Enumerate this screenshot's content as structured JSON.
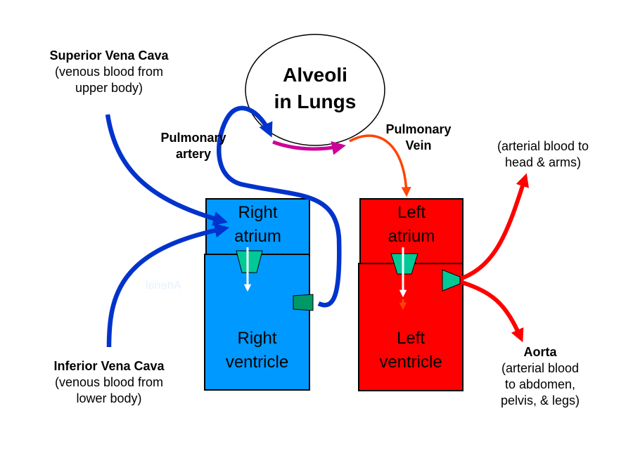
{
  "svc": {
    "title": "Superior Vena Cava",
    "line1": "(venous blood from",
    "line2": "upper body)"
  },
  "ivc": {
    "title": "Inferior Vena Cava",
    "line1": "(venous blood from",
    "line2": "lower body)"
  },
  "alveoli": {
    "line1": "Alveoli",
    "line2": "in Lungs"
  },
  "pulm_artery": {
    "line1": "Pulmonary",
    "line2": "artery"
  },
  "pulm_vein": {
    "line1": "Pulmonary",
    "line2": "Vein"
  },
  "head_arms": {
    "line1": "(arterial blood to",
    "line2": "head & arms)"
  },
  "aorta": {
    "title": "Aorta",
    "line1": "(arterial blood",
    "line2": "to abdomen,",
    "line3": "pelvis, & legs)"
  },
  "right_atrium": {
    "line1": "Right",
    "line2": "atrium"
  },
  "right_ventricle": {
    "line1": "Right",
    "line2": "ventricle"
  },
  "left_atrium": {
    "line1": "Left",
    "line2": "atrium"
  },
  "left_ventricle": {
    "line1": "Left",
    "line2": "ventricle"
  },
  "mirrored_label": "Arterial",
  "colors": {
    "right_heart": "#0099ff",
    "left_heart": "#ff0000",
    "venous_vessel": "#0033cc",
    "arterial_vessel": "#ff0000",
    "pulmonary_vein": "#ff4400",
    "capillary": "#cc0099",
    "tricuspid_valve": "#00c896",
    "pulmonary_valve": "#009966"
  }
}
